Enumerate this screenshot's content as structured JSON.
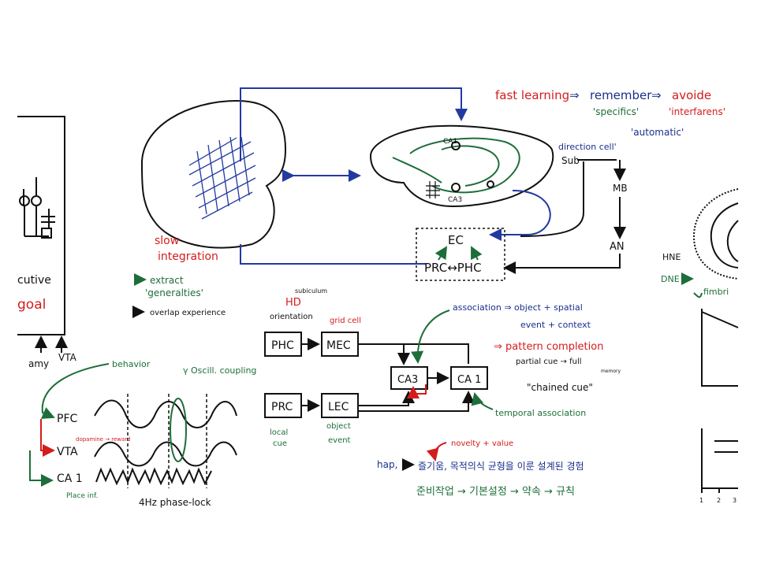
{
  "left_panel": {
    "label_1": "cutive",
    "label_2": "goal",
    "amy": "amy",
    "vta": "VTA"
  },
  "brain_diagram": {
    "slow": "slow",
    "integration": "integration",
    "extract": "extract",
    "generalties": "'generalties'",
    "overlap": "overlap experience",
    "ca1": "CA1",
    "ca3": "CA3",
    "direction_cell": "direction cell'",
    "sub": "Sub",
    "mb": "MB",
    "an": "AN",
    "ec": "EC",
    "prc_phc": "PRC↔PHC"
  },
  "fast_learning": {
    "fast": "fast learning",
    "remember": "remember",
    "avoide": "avoide",
    "specifics": "'specifics'",
    "interfarens": "'interfarens'",
    "automatic": "'automatic'"
  },
  "circuit": {
    "subiculum": "subiculum",
    "hd": "HD",
    "orientation": "orientation",
    "grid_cell": "grid cell",
    "phc": "PHC",
    "mec": "MEC",
    "prc": "PRC",
    "lec": "LEC",
    "ca3": "CA3",
    "ca1": "CA 1",
    "local": "local",
    "cue": "cue",
    "object": "object",
    "event": "event",
    "association": "association ⇒ object + spatial",
    "event_context": "event + context",
    "pattern_completion": "⇒ pattern completion",
    "partial_cue": "partial cue → full",
    "memory": "memory",
    "chained_cue": "\"chained cue\"",
    "temporal": "temporal association"
  },
  "oscillation": {
    "behavior": "behavior",
    "oscill": "γ Oscill. coupling",
    "pfc": "PFC",
    "vta": "VTA",
    "ca1": "CA 1",
    "dopamine": "dopamine → reward",
    "place": "Place inf.",
    "phase_lock": "4Hz phase-lock"
  },
  "korean": {
    "hap": "hap,",
    "novelty": "novelty + value",
    "line1": "즐기움,  목적의식  균형을 이룬  설계된 경험",
    "line2": "준비작업 → 기본설정 → 약속 → 규칙"
  },
  "right_panel": {
    "hne": "HNE",
    "dne": "DNE",
    "fimbri": "fimbri",
    "ticks": [
      "1",
      "2",
      "3"
    ]
  }
}
